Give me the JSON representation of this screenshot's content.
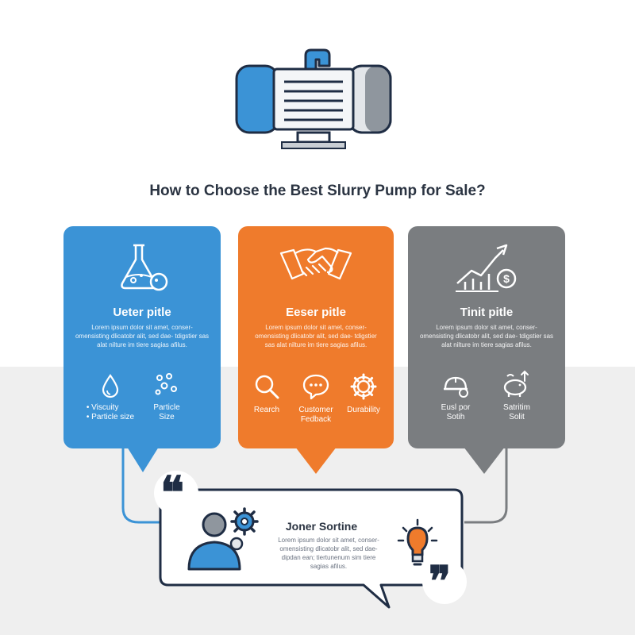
{
  "title": "How to Choose the Best Slurry Pump for Sale?",
  "colors": {
    "blue": "#3b93d6",
    "orange": "#ef7b2c",
    "gray": "#7a7d80",
    "navy": "#1f2d44"
  },
  "cards": [
    {
      "title": "Ueter pitle",
      "body": "Lorem ipsum dolor sit amet, conser- omensisting dlicatobr alit, sed dae- tdigstier sas alat nilture im tiere sagias afilus.",
      "features": [
        {
          "icon": "water-drop-icon",
          "label": "• Viscuity\n• Particle size"
        },
        {
          "icon": "particles-icon",
          "label": "Particle\nSize"
        }
      ]
    },
    {
      "title": "Eeser pitle",
      "body": "Lorem ipsum dolor sit amet, conser- omensisting dlicatobr alit, sed dae- tdigstier sas alat nilture im tiere sagias afilus.",
      "features": [
        {
          "icon": "magnifier-icon",
          "label": "Rearch"
        },
        {
          "icon": "chat-bubble-icon",
          "label": "Customer\nFedback"
        },
        {
          "icon": "gear-icon",
          "label": "Durability"
        }
      ]
    },
    {
      "title": "Tinit pitle",
      "body": "Lorem ipsum dolor sit amet, conser- omensisting dlicatobr alit, sed dae- tdigstier sas alat nilture im tiere sagias afilus.",
      "features": [
        {
          "icon": "hard-hat-icon",
          "label": "Eusl por\nSotih"
        },
        {
          "icon": "piggy-bank-icon",
          "label": "Satritim\nSolit"
        }
      ]
    }
  ],
  "quote": {
    "title": "Joner Sortine",
    "body": "Lorem ipsum dolor sit amet, conser- omensisting dlicatobr alit, sed dae- dipdan ean; tiertunenum sim tiere sagias afilus.",
    "open_mark": "❝",
    "close_mark": "❞"
  }
}
